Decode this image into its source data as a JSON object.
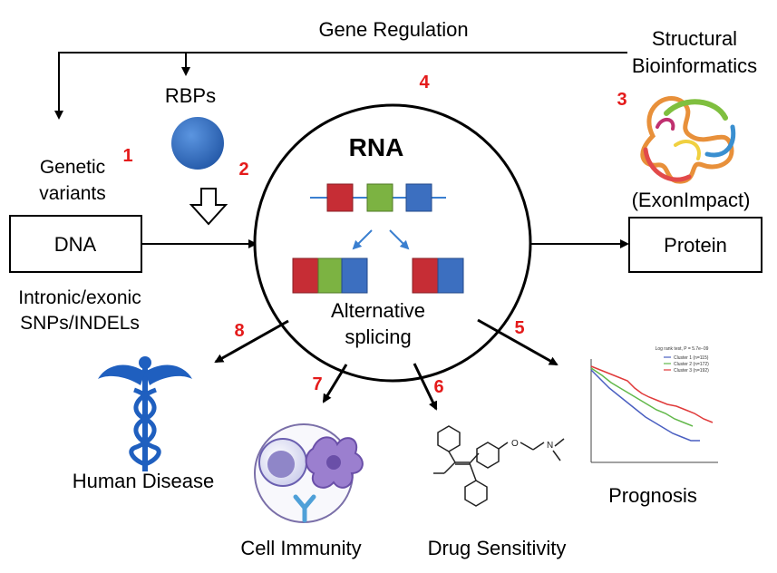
{
  "labels": {
    "gene_regulation": "Gene Regulation",
    "structural_line1": "Structural",
    "structural_line2": "Bioinformatics",
    "rbps": "RBPs",
    "genetic_line1": "Genetic",
    "genetic_line2": "variants",
    "dna": "DNA",
    "snps_line1": "Intronic/exonic",
    "snps_line2": "SNPs/INDELs",
    "rna": "RNA",
    "alt_line1": "Alternative",
    "alt_line2": "splicing",
    "exonimpact": "(ExonImpact)",
    "protein": "Protein",
    "human_disease": "Human Disease",
    "cell_immunity": "Cell Immunity",
    "drug_sensitivity": "Drug Sensitivity",
    "prognosis": "Prognosis"
  },
  "numbers": {
    "n1": "1",
    "n2": "2",
    "n3": "3",
    "n4": "4",
    "n5": "5",
    "n6": "6",
    "n7": "7",
    "n8": "8"
  },
  "km_plot": {
    "title": "Log rank test, P = 5.7e−09",
    "legend": [
      {
        "label": "Cluster 1 (n=115)",
        "color": "#4a5fc1"
      },
      {
        "label": "Cluster 2 (n=172)",
        "color": "#62b84a"
      },
      {
        "label": "Cluster 3 (n=192)",
        "color": "#e03a3a"
      }
    ]
  },
  "colors": {
    "exon_red": "#c62d35",
    "exon_green": "#7cb342",
    "exon_blue": "#3c6fc0",
    "intron_line": "#3a7fd0",
    "rbp_blue": "#2f6dc2",
    "caduceus_blue": "#1f5fbf",
    "number_red": "#e41a1a"
  },
  "icons": {
    "rbp": "rbp-circle-icon",
    "hollow_arrow": "hollow-down-arrow-icon",
    "protein": "protein-structure-icon",
    "disease": "caduceus-icon",
    "immunity": "immune-cells-icon",
    "drug": "tamoxifen-molecule-icon",
    "prognosis": "survival-curve-icon"
  }
}
